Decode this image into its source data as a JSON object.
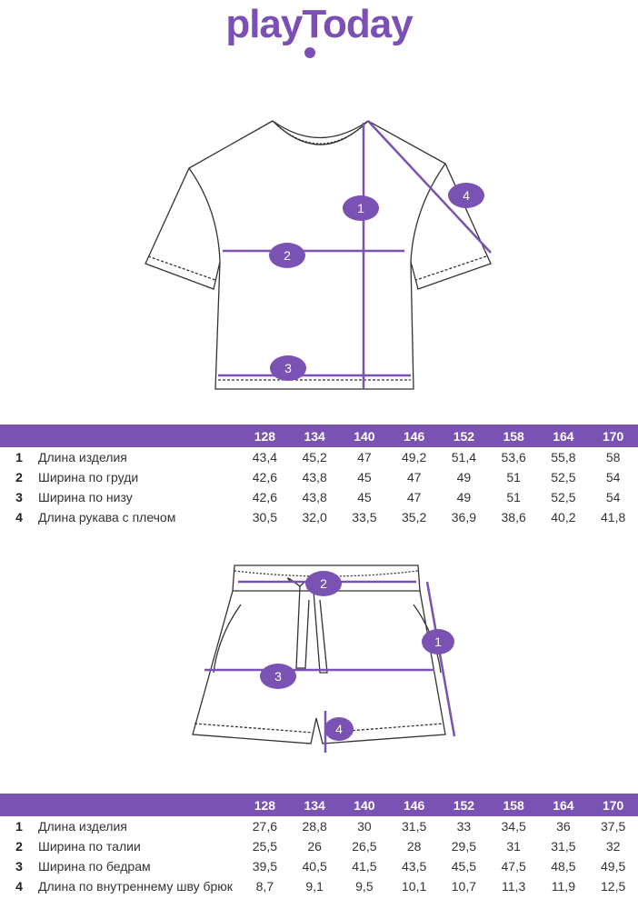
{
  "brand": "playToday",
  "sizes": [
    "128",
    "134",
    "140",
    "146",
    "152",
    "158",
    "164",
    "170"
  ],
  "tshirt": {
    "markers": [
      "1",
      "2",
      "3",
      "4"
    ],
    "rows": [
      {
        "n": "1",
        "name": "Длина изделия",
        "values": [
          "43,4",
          "45,2",
          "47",
          "49,2",
          "51,4",
          "53,6",
          "55,8",
          "58"
        ]
      },
      {
        "n": "2",
        "name": "Ширина по груди",
        "values": [
          "42,6",
          "43,8",
          "45",
          "47",
          "49",
          "51",
          "52,5",
          "54"
        ]
      },
      {
        "n": "3",
        "name": "Ширина по низу",
        "values": [
          "42,6",
          "43,8",
          "45",
          "47",
          "49",
          "51",
          "52,5",
          "54"
        ]
      },
      {
        "n": "4",
        "name": "Длина рукава с плечом",
        "values": [
          "30,5",
          "32,0",
          "33,5",
          "35,2",
          "36,9",
          "38,6",
          "40,2",
          "41,8"
        ]
      }
    ]
  },
  "shorts": {
    "markers": [
      "1",
      "2",
      "3",
      "4"
    ],
    "rows": [
      {
        "n": "1",
        "name": "Длина изделия",
        "values": [
          "27,6",
          "28,8",
          "30",
          "31,5",
          "33",
          "34,5",
          "36",
          "37,5"
        ]
      },
      {
        "n": "2",
        "name": "Ширина по талии",
        "values": [
          "25,5",
          "26",
          "26,5",
          "28",
          "29,5",
          "31",
          "31,5",
          "32"
        ]
      },
      {
        "n": "3",
        "name": "Ширина по бедрам",
        "values": [
          "39,5",
          "40,5",
          "41,5",
          "43,5",
          "45,5",
          "47,5",
          "48,5",
          "49,5"
        ]
      },
      {
        "n": "4",
        "name": "Длина по внутреннему шву брюк",
        "values": [
          "8,7",
          "9,1",
          "9,5",
          "10,1",
          "10,7",
          "11,3",
          "11,9",
          "12,5"
        ]
      }
    ]
  },
  "colors": {
    "accent": "#7a52b3"
  }
}
